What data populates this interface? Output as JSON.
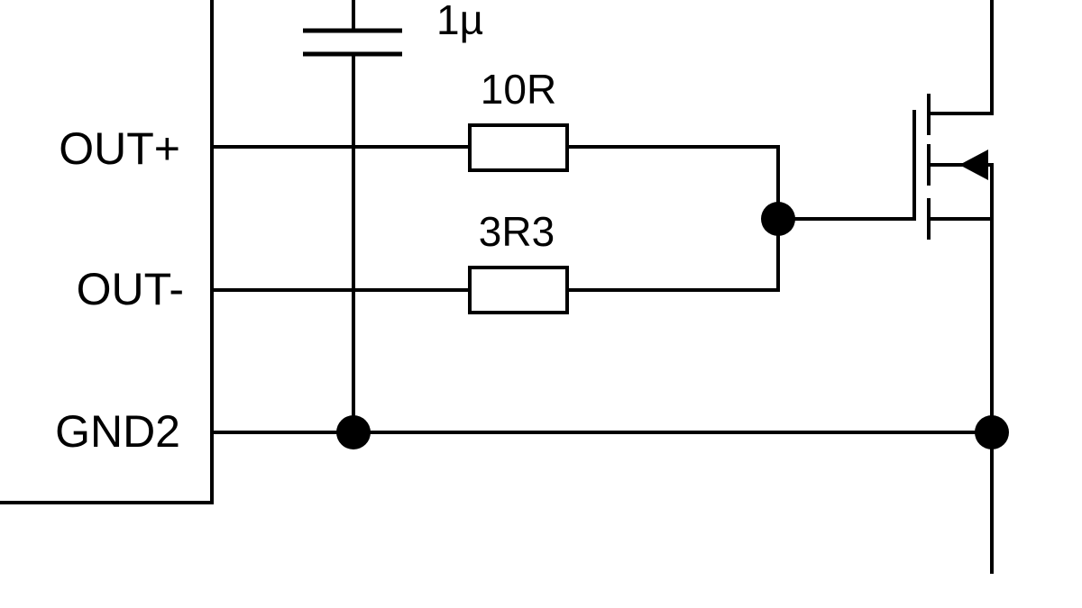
{
  "pins": {
    "out_plus": "OUT+",
    "out_minus": "OUT-",
    "gnd2": "GND2"
  },
  "components": {
    "capacitor_value": "1µ",
    "resistor_1_value": "10R",
    "resistor_2_value": "3R3"
  },
  "colors": {
    "line": "#000000",
    "background": "#ffffff"
  }
}
